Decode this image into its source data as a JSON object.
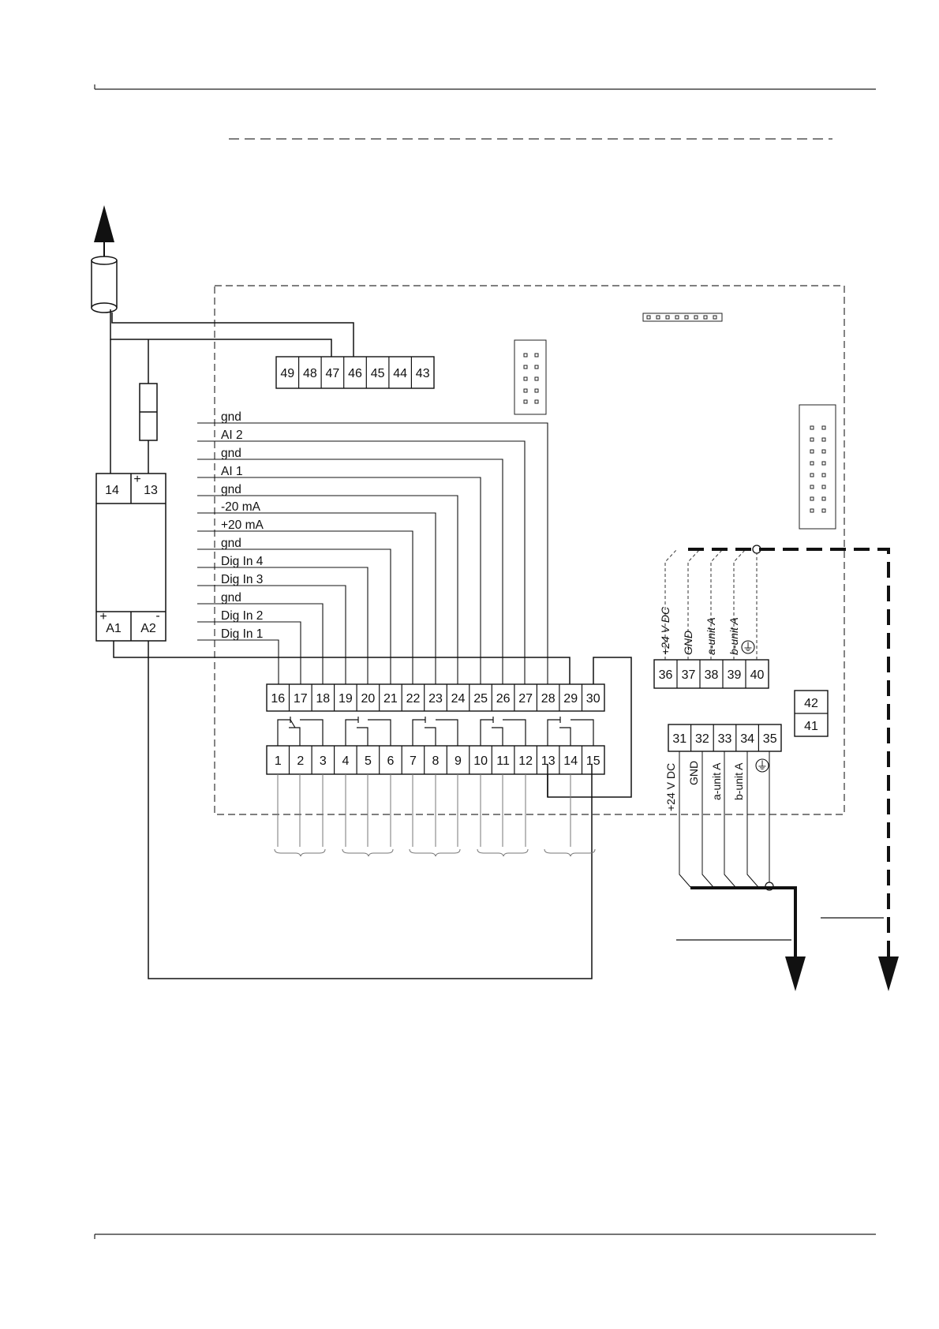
{
  "terminal_blocks": {
    "top": [
      "49",
      "48",
      "47",
      "46",
      "45",
      "44",
      "43"
    ],
    "analog_digital": [
      "16",
      "17",
      "18",
      "19",
      "20",
      "21",
      "22",
      "23",
      "24",
      "25",
      "26",
      "27",
      "28",
      "29",
      "30"
    ],
    "relay": [
      "1",
      "2",
      "3",
      "4",
      "5",
      "6",
      "7",
      "8",
      "9",
      "10",
      "11",
      "12",
      "13",
      "14",
      "15"
    ],
    "bus_upper": [
      "36",
      "37",
      "38",
      "39",
      "40"
    ],
    "bus_lower": [
      "31",
      "32",
      "33",
      "34",
      "35"
    ],
    "stack": [
      "42",
      "41"
    ]
  },
  "signal_labels": [
    "gnd",
    "AI 2",
    "gnd",
    "AI 1",
    "gnd",
    "-20 mA",
    "+20 mA",
    "gnd",
    "Dig In 4",
    "Dig In 3",
    "gnd",
    "Dig In 2",
    "Dig In 1"
  ],
  "module": {
    "top_terminals": [
      "14",
      "13"
    ],
    "bottom_terminals": [
      "A1",
      "A2"
    ],
    "plus": "+",
    "minus": "-"
  },
  "bus_labels_upper": [
    "+24 V DC",
    "GND",
    "a-unit A",
    "b-unit A"
  ],
  "bus_labels_lower": [
    "+24 V DC",
    "GND",
    "a-unit A",
    "b-unit A"
  ],
  "earth_symbol": "⏚"
}
